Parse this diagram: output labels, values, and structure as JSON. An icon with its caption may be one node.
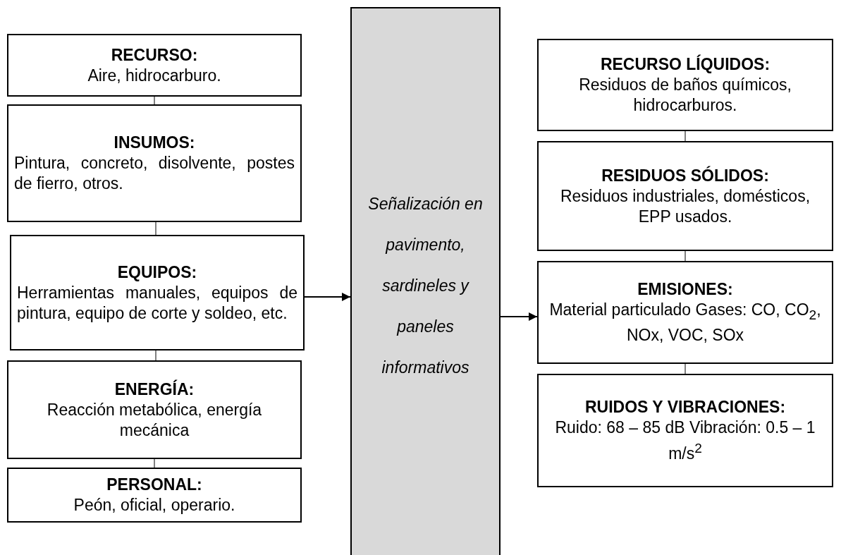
{
  "diagram": {
    "nodes": [
      {
        "text": [
          "RECURSO:",
          "Aire, hidrocarburo."
        ]
      },
      {
        "text": [
          "INSUMOS:",
          "Pintura, concreto, disolvente, postes de fierro, otros."
        ]
      },
      {
        "text": [
          "EQUIPOS:",
          "Herramientas manuales, equipos de pintura, equipo de corte y soldeo, etc."
        ]
      },
      {
        "text": [
          "ENERGÍA:",
          "Reacción metabólica, energía mecánica"
        ]
      },
      {
        "text": [
          "PERSONAL:",
          "Peón, oficial, operario."
        ]
      },
      {
        "text": [
          "Señalización en pavimento, sardineles y paneles informativos"
        ]
      },
      {
        "text": [
          "RECURSO LÍQUIDOS:",
          "Residuos de baños químicos, hidrocarburos."
        ]
      },
      {
        "text": [
          "RESIDUOS SÓLIDOS:",
          "Residuos industriales, domésticos, EPP usados."
        ]
      },
      {
        "text": [
          "**EMISIONES**:",
          "Material particulado Gases: CO, CO$_{2}$, NOx, VOC, SOx"
        ]
      },
      {
        "text": [
          "RUIDOS Y VIBRACIONES:",
          "Ruido: 68 – 85 dB Vibración: 0.5 – 1 m/s$^{2}$"
        ]
      }
    ],
    "edges": [
      {
        "from": 0,
        "to": 1,
        "arrow": "none"
      },
      {
        "from": 1,
        "to": 2,
        "arrow": "none"
      },
      {
        "from": 2,
        "to": 3,
        "arrow": "none"
      },
      {
        "from": 3,
        "to": 4,
        "arrow": "none"
      },
      {
        "from": 2,
        "to": 5,
        "arrow": "to"
      },
      {
        "from": 5,
        "to": 8,
        "arrow": "to"
      },
      {
        "from": 6,
        "to": 7,
        "arrow": "none"
      },
      {
        "from": 7,
        "to": 8,
        "arrow": "none"
      },
      {
        "from": 8,
        "to": 9,
        "arrow": "none"
      }
    ]
  }
}
